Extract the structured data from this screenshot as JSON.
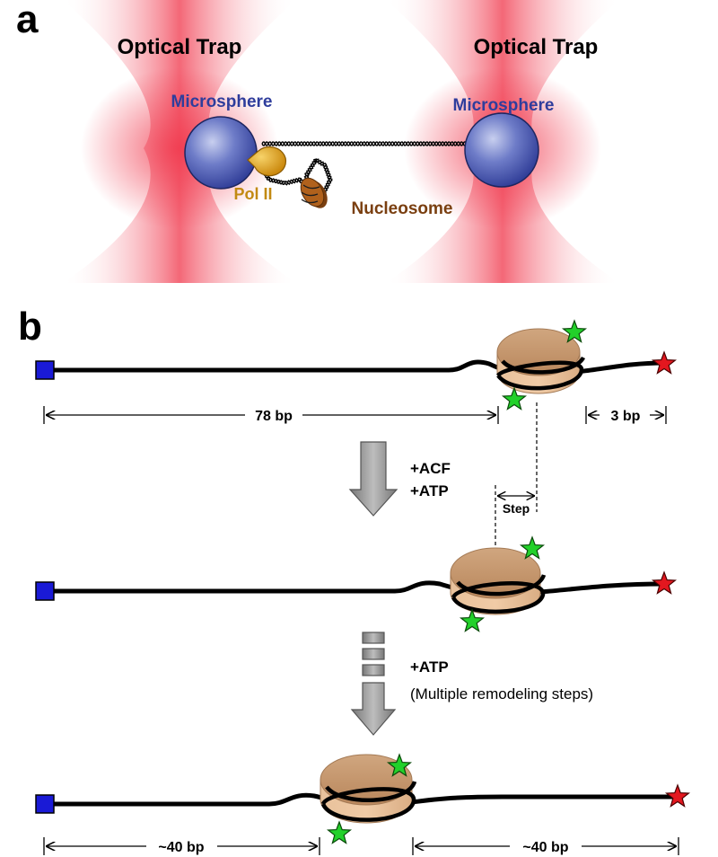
{
  "panel_a": {
    "label": "a",
    "trap_left_label": "Optical Trap",
    "trap_right_label": "Optical Trap",
    "bead_left_label": "Microsphere",
    "bead_right_label": "Microsphere",
    "polymerase_label": "Pol II",
    "nucleosome_label": "Nucleosome"
  },
  "panel_b": {
    "label": "b",
    "dist_78": "78 bp",
    "dist_3": "3 bp",
    "step_label": "Step",
    "reagents_1_line1": "+ACF",
    "reagents_1_line2": "+ATP",
    "reagents_2_line1": "+ATP",
    "reagents_2_line2": "(Multiple remodeling steps)",
    "dist_40_left": "~40 bp",
    "dist_40_right": "~40 bp"
  },
  "colors": {
    "trap_glow": "#f0354a",
    "bead": "#3f4fae",
    "bead_label": "#2f3d9c",
    "polymerase": "#e2a21e",
    "polymerase_label": "#c28a12",
    "nucleosome": "#a85a18",
    "nucleosome_label": "#7a3f10",
    "histone": "#c49a72",
    "dna": "#000000",
    "donor_star": "#22d12a",
    "acceptor_star": "#e3171f",
    "anchor": "#1a1ad6",
    "arrow": "#9a9a9a"
  }
}
